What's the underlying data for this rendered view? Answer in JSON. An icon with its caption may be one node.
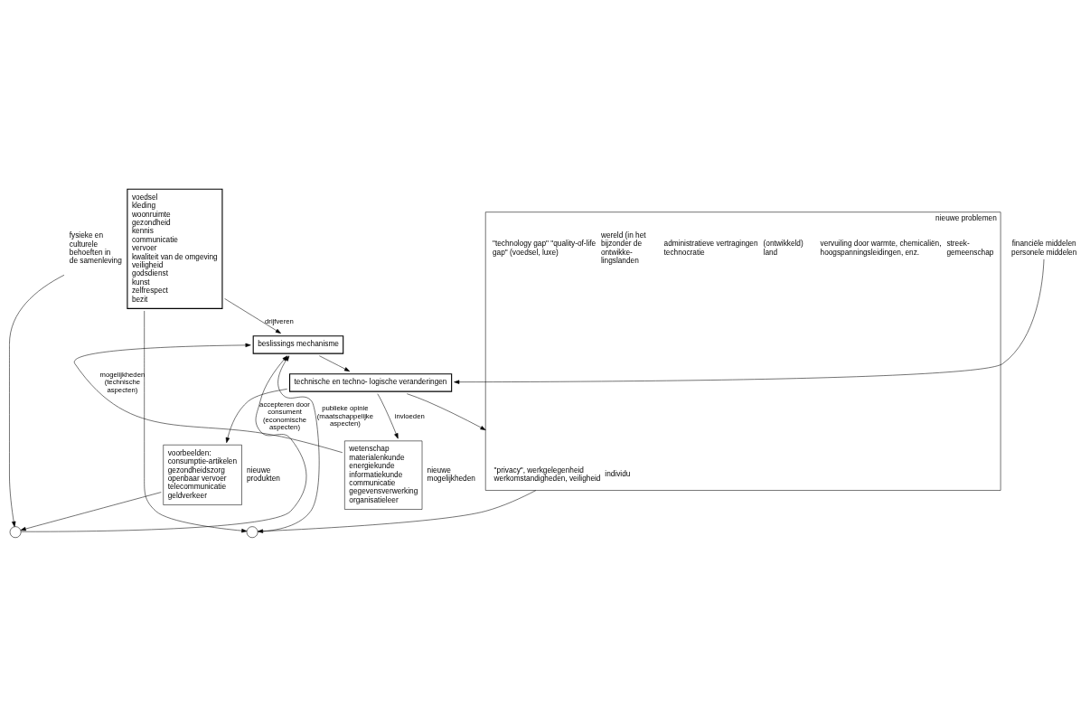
{
  "diagram": {
    "nodes": [
      {
        "text": [
          "voedsel",
          "kleding",
          "woonruimte",
          "gezondheid",
          "kennis",
          "communicatie",
          "vervoer",
          "kwaliteit van de omgeving",
          "veiligheid",
          "godsdienst",
          "kunst",
          "zelfrespect",
          "bezit"
        ],
        "beside": [
          "fysieke en culturele behoeften in de samenleving"
        ]
      },
      {
        "text": [
          "beslissings mechanisme"
        ]
      },
      {
        "text": [
          "technische en techno- logische veranderingen"
        ]
      },
      {
        "text": [
          "financiële middelen",
          "personele middelen"
        ]
      },
      {
        "text": [
          "wetenschap",
          "materialenkunde",
          "energiekunde",
          "informatiekunde",
          "communicatie",
          "gegevensverwerking",
          "organisatieleer"
        ],
        "beside": [
          "nieuwe mogelijkheden"
        ]
      },
      {
        "text": [
          "voorbeelden:",
          "consumptie-artikelen",
          "gezondheidszorg",
          "openbaar vervoer",
          "telecommunicatie",
          "geldverkeer"
        ],
        "beside": [
          "nieuwe produkten"
        ]
      },
      {
        "text": [],
        "shape": "box",
        "beside": [
          "nieuwe problemen"
        ]
      },
      {
        "text": [
          "\"privacy\", werkgelegenheid werkomstandigheden, veiligheid",
          "individu"
        ],
        "in": 6
      },
      {
        "text": [
          "vervuiling door warmte, chemicaliën, hoogspanningsleidingen, enz.",
          "streek- gemeenschap"
        ],
        "in": 6
      },
      {
        "text": [
          "administratieve vertragingen technocratie",
          "(ontwikkeld) land"
        ],
        "in": 6
      },
      {
        "text": [
          "\"technology gap\" \"quality-of-life gap\" (voedsel, luxe)",
          "wereld (in het bijzonder de ontwikke- lingslanden"
        ],
        "in": 6
      },
      {
        "text": [],
        "shape": "circle"
      },
      {
        "text": [],
        "shape": "circle"
      }
    ],
    "edges": [
      {
        "from": 0,
        "to": 1,
        "arrow": "to",
        "label": "drijfveren"
      },
      {
        "from": 0,
        "to": 11,
        "arrow": "to"
      },
      {
        "from": 0,
        "to": 12,
        "arrow": "to"
      },
      {
        "from": 3,
        "to": 2,
        "arrow": "to"
      },
      {
        "from": 1,
        "to": 2,
        "arrow": "to"
      },
      {
        "from": 2,
        "to": 4,
        "arrow": "to",
        "label": "invloeden"
      },
      {
        "from": 2,
        "to": 5,
        "arrow": "to"
      },
      {
        "from": 2,
        "to": 6,
        "arrow": "to"
      },
      {
        "from": 4,
        "to": 1,
        "arrow": "to",
        "label": "mogelijkheden (technische aspecten)"
      },
      {
        "from": 5,
        "to": 11,
        "arrow": "to"
      },
      {
        "from": 11,
        "to": 1,
        "arrow": "to",
        "label": "accepteren door consument (economische aspecten)"
      },
      {
        "from": 6,
        "to": 12,
        "arrow": "to"
      },
      {
        "from": 12,
        "to": 1,
        "arrow": "to",
        "label": "publieke opinie (maatschappelijke aspecten)"
      }
    ]
  }
}
